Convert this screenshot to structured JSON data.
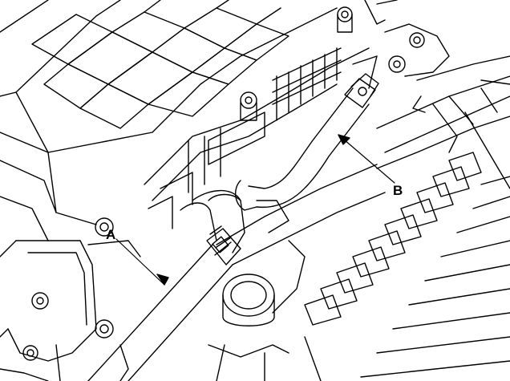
{
  "diagram": {
    "callouts": [
      {
        "id": "A",
        "label": "A"
      },
      {
        "id": "B",
        "label": "B"
      }
    ],
    "colors": {
      "line": "#000000",
      "background": "#ffffff",
      "light_line": "#444444"
    }
  }
}
